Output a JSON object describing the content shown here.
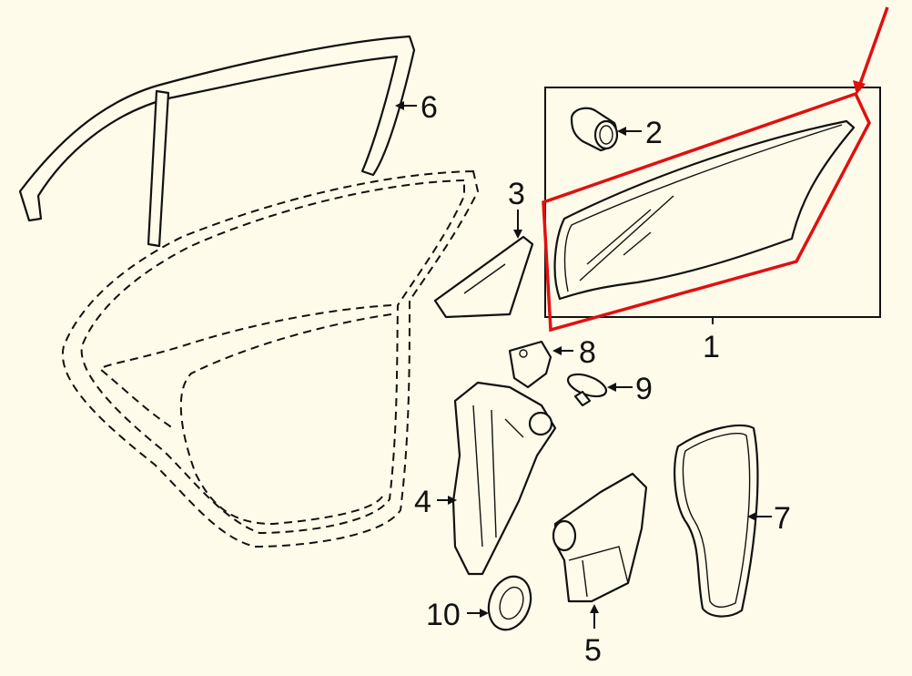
{
  "diagram": {
    "title": "Rear door glass & hardware parts diagram",
    "callouts": [
      "1",
      "2",
      "3",
      "4",
      "5",
      "6",
      "7",
      "8",
      "9",
      "10"
    ],
    "highlight_color": "#e01010",
    "background_color": "#fffbea"
  }
}
